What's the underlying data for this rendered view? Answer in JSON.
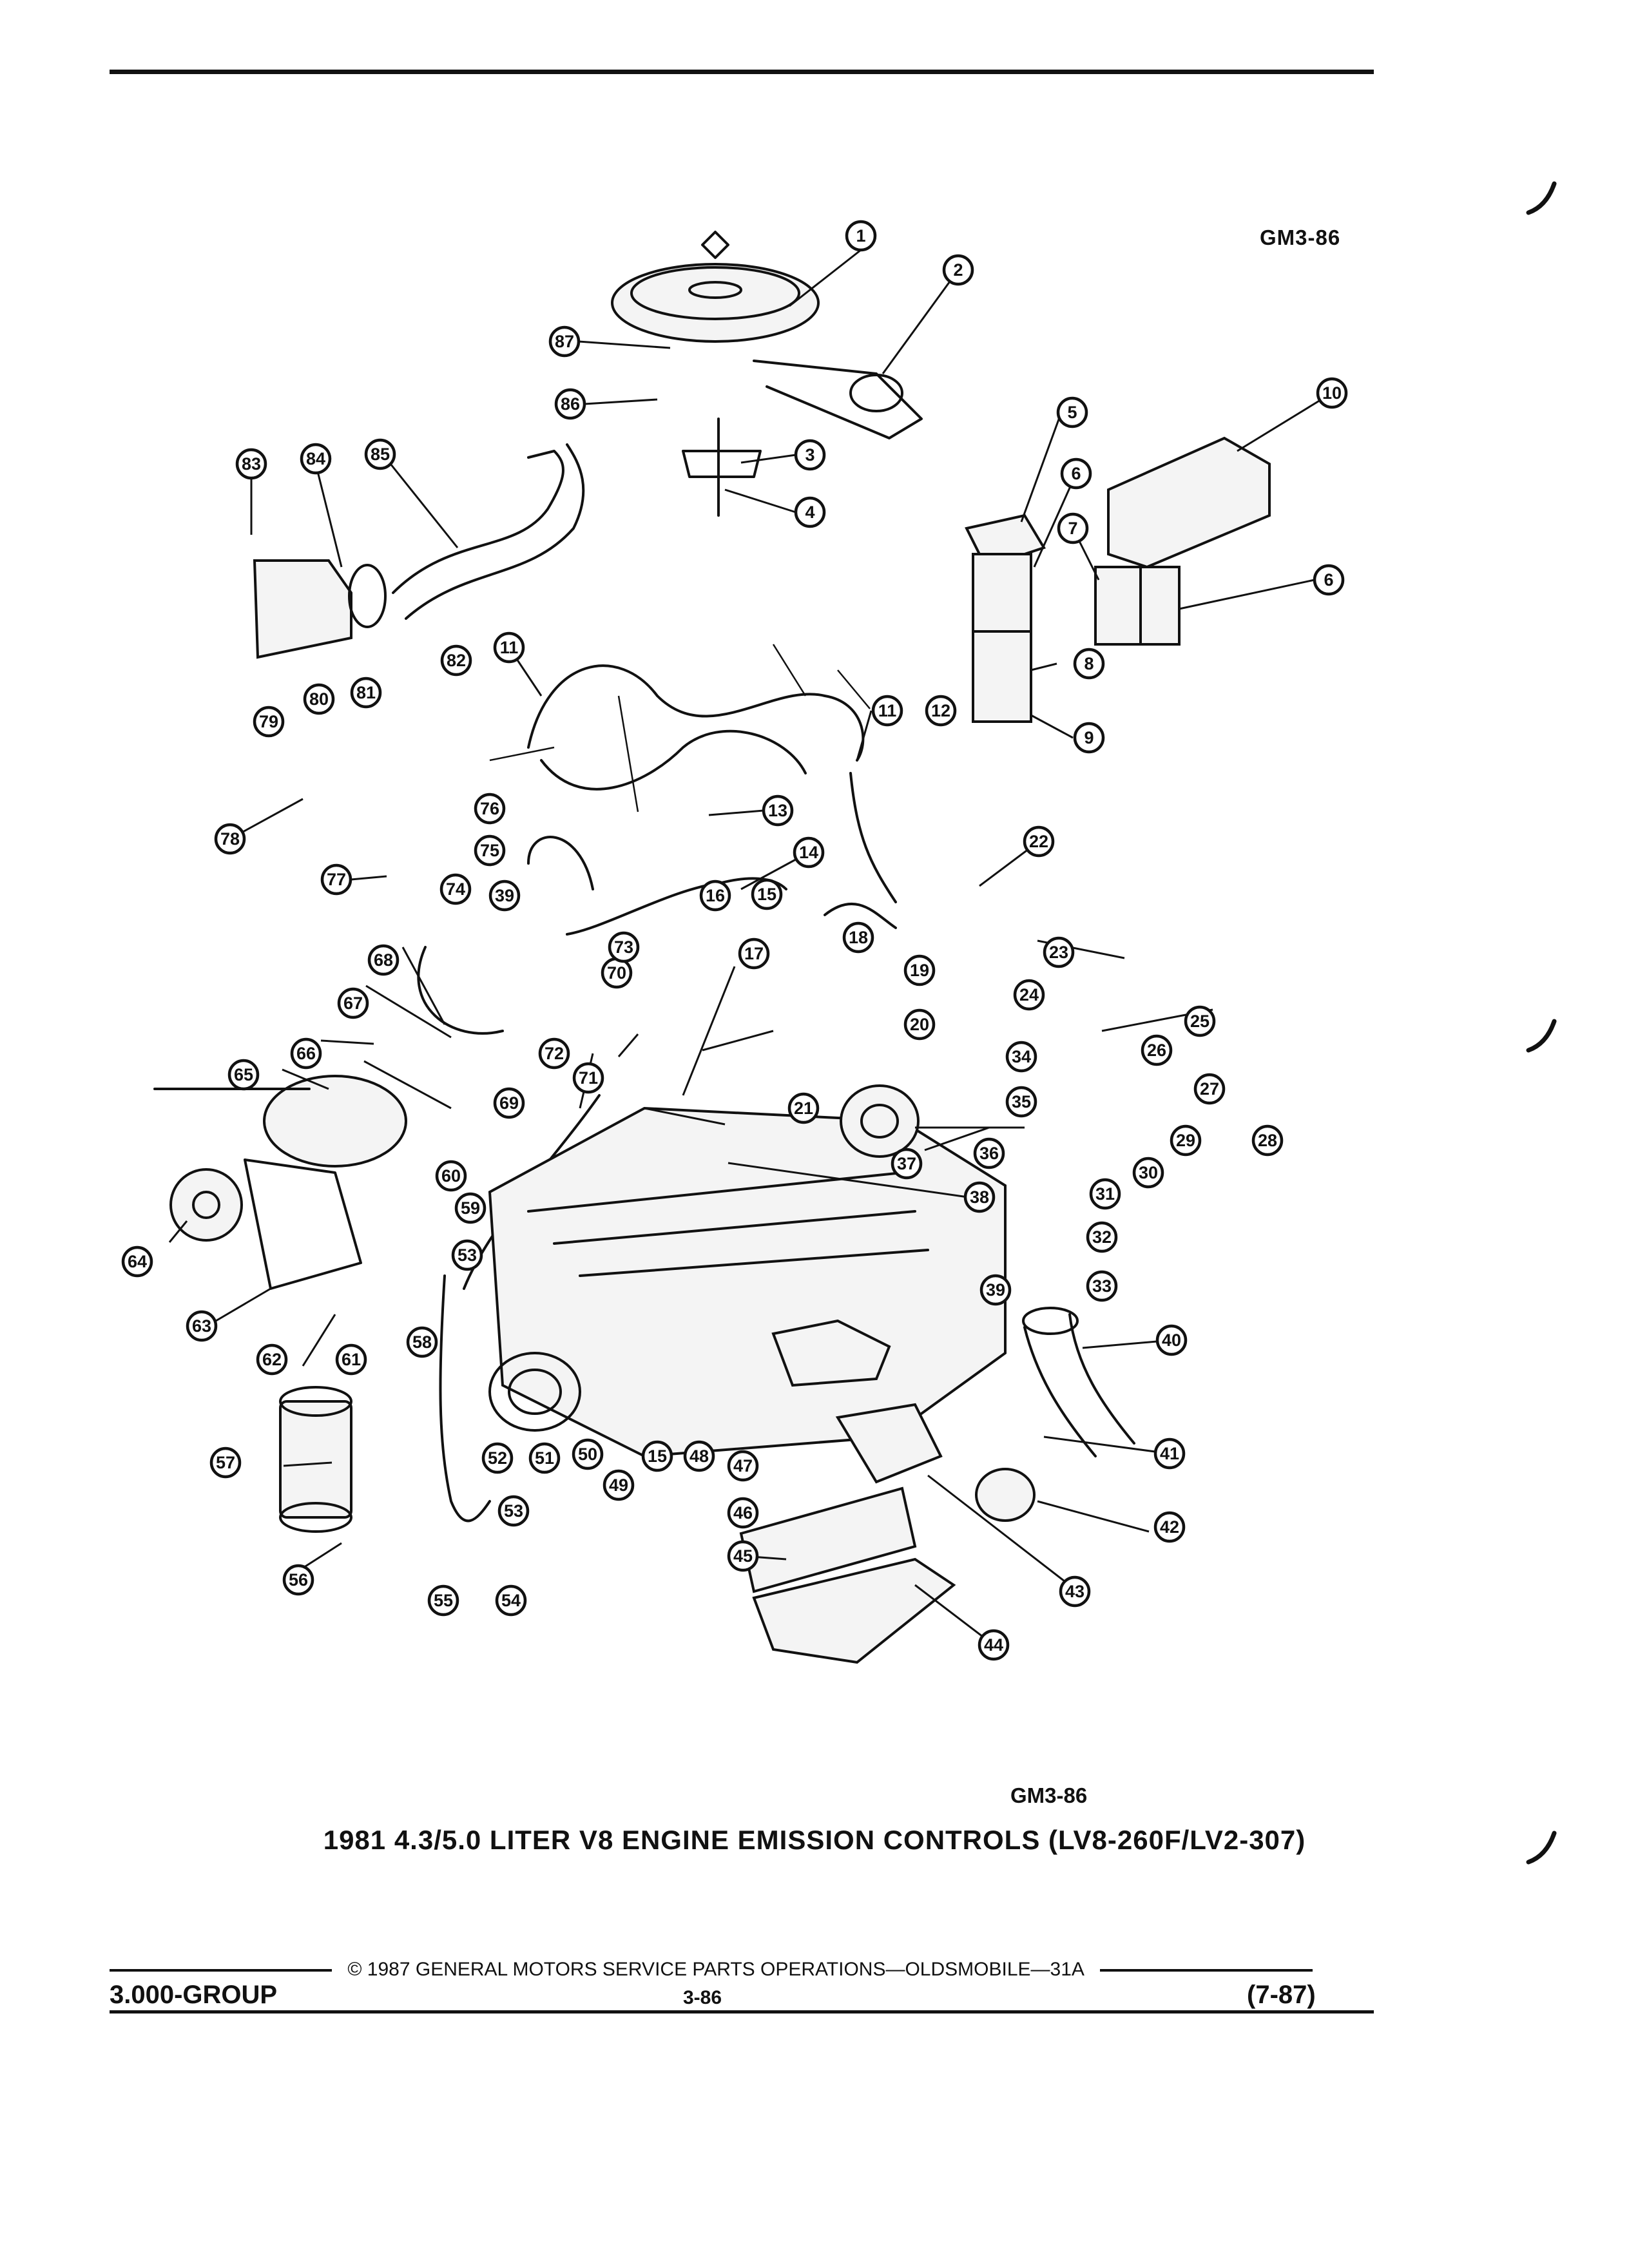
{
  "header": {
    "code_top": "GM3-86"
  },
  "diagram": {
    "code_bottom": "GM3-86",
    "caption": "1981 4.3/5.0 LITER V8 ENGINE EMISSION CONTROLS (LV8-260F/LV2-307)",
    "callouts": [
      "1",
      "2",
      "3",
      "4",
      "5",
      "6",
      "6",
      "7",
      "8",
      "9",
      "10",
      "11",
      "11",
      "12",
      "13",
      "14",
      "15",
      "15",
      "16",
      "17",
      "18",
      "19",
      "20",
      "21",
      "22",
      "23",
      "24",
      "25",
      "26",
      "27",
      "28",
      "29",
      "30",
      "31",
      "32",
      "33",
      "34",
      "35",
      "36",
      "37",
      "38",
      "39",
      "39",
      "40",
      "41",
      "42",
      "43",
      "44",
      "45",
      "46",
      "47",
      "48",
      "49",
      "50",
      "51",
      "52",
      "53",
      "53",
      "54",
      "55",
      "56",
      "57",
      "58",
      "59",
      "60",
      "61",
      "62",
      "63",
      "64",
      "65",
      "66",
      "67",
      "68",
      "69",
      "70",
      "71",
      "72",
      "73",
      "74",
      "75",
      "76",
      "77",
      "78",
      "79",
      "80",
      "81",
      "82",
      "83",
      "84",
      "85",
      "86",
      "87"
    ]
  },
  "footer": {
    "copyright": "© 1987 GENERAL MOTORS SERVICE PARTS OPERATIONS—OLDSMOBILE—31A",
    "group": "3.000-GROUP",
    "page": "3-86",
    "date": "(7-87)"
  }
}
